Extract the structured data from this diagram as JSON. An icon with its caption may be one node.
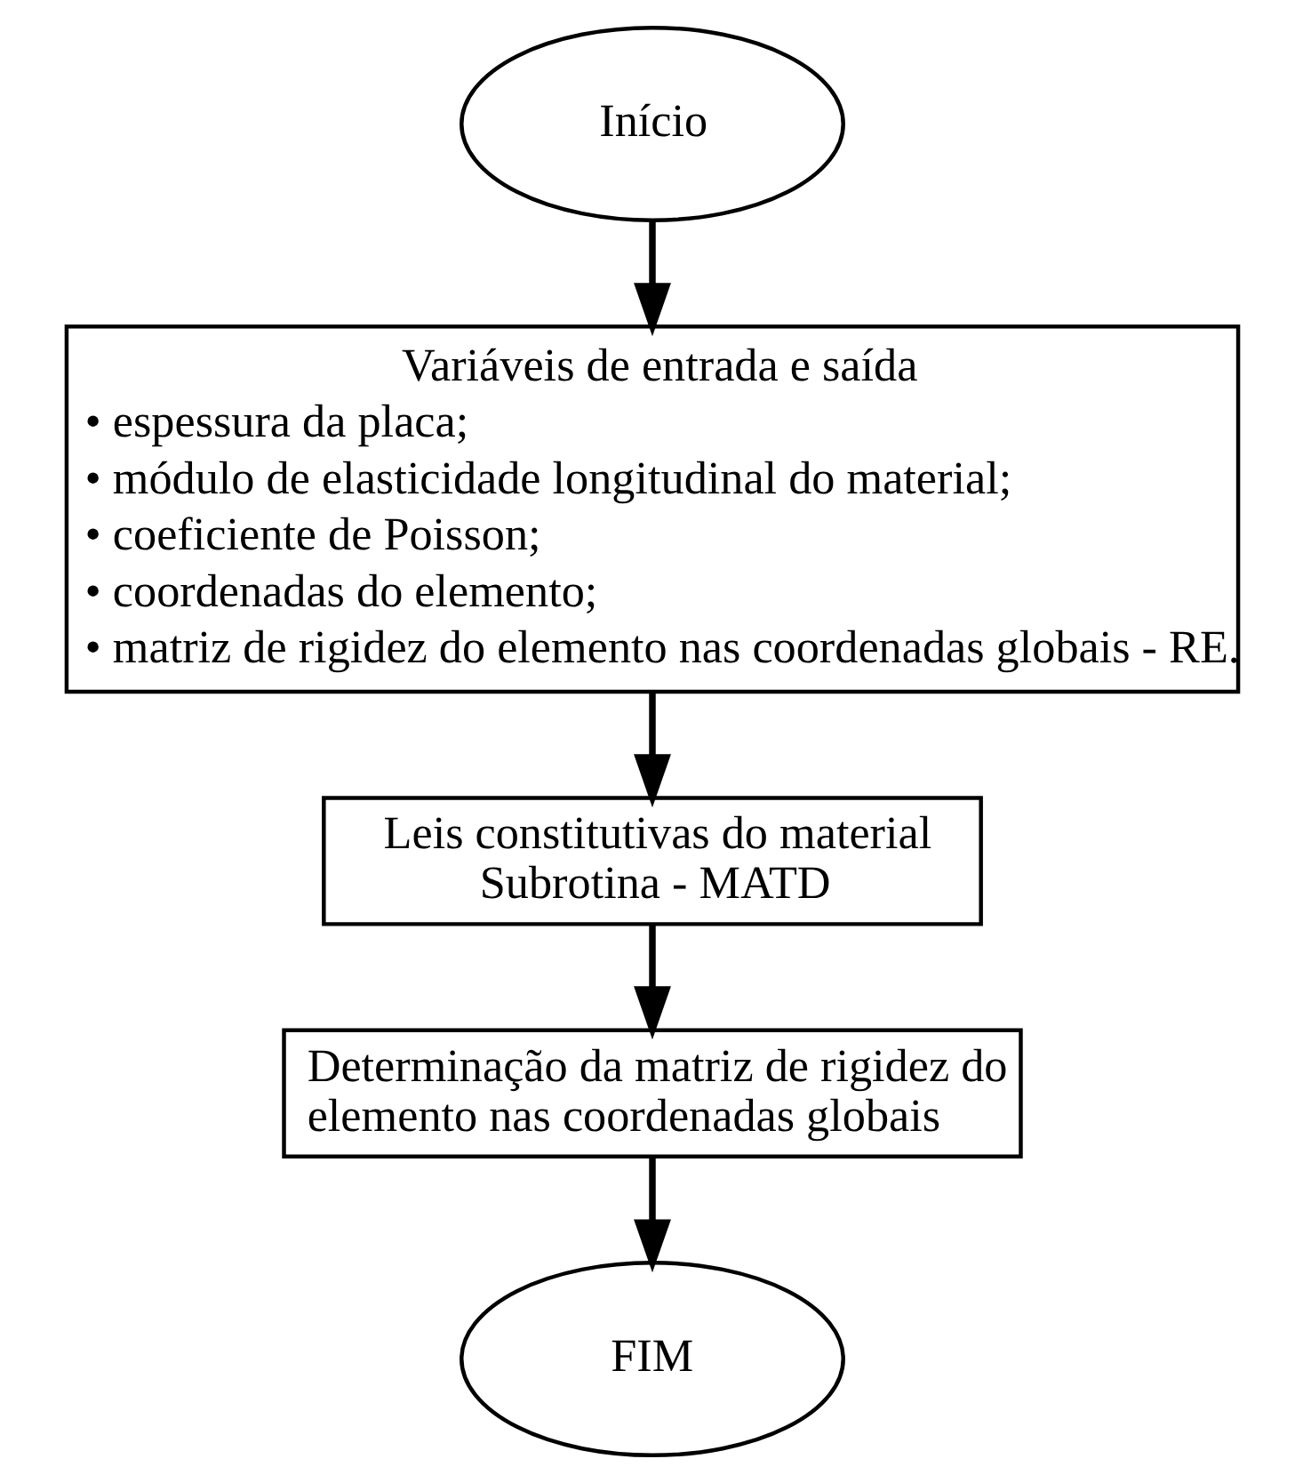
{
  "diagram": {
    "nodes": [
      {
        "text": [
          "Início"
        ]
      },
      {
        "text": [
          "Variáveis de entrada e saída",
          "• espessura da placa;",
          "• módulo de elasticidade longitudinal do material;",
          "• coeficiente de Poisson;",
          "• coordenadas do elemento;",
          "• matriz de rigidez do elemento nas coordenadas globais - RE."
        ]
      },
      {
        "text": [
          "Leis constitutivas do material",
          "Subrotina - MATD"
        ]
      },
      {
        "text": [
          "Determinação da matriz de rigidez do elemento nas coordenadas globais"
        ]
      },
      {
        "text": [
          "FIM"
        ]
      }
    ],
    "edges": [
      {
        "from": 0,
        "to": 1,
        "arrow": "to"
      },
      {
        "from": 1,
        "to": 2,
        "arrow": "to"
      },
      {
        "from": 2,
        "to": 3,
        "arrow": "to"
      },
      {
        "from": 3,
        "to": 4,
        "arrow": "to"
      }
    ]
  }
}
